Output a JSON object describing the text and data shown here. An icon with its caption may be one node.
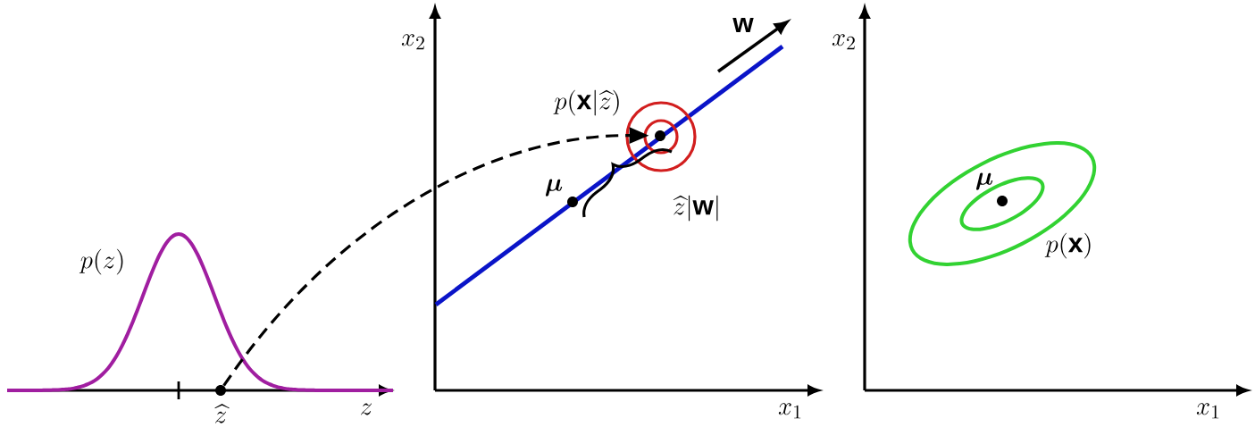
{
  "diagram": {
    "nodes": [
      {
        "text": [],
        "shape": "circle",
        "beside": [
          "\\widehat{z}"
        ]
      },
      {
        "text": [],
        "shape": "circle"
      }
    ],
    "edges": [
      {
        "from": 0,
        "to": 1,
        "arrow": "to",
        "style": "dashed"
      }
    ],
    "labels": [
      "p(z)",
      "z",
      "x_2",
      "p(\\mathbf{x}|\\widehat{z})",
      "\\mathbf{w}",
      "\\boldsymbol{\\mu}",
      "\\widehat{z}|\\mathbf{w}|",
      "x_1",
      "x_2",
      "\\boldsymbol{\\mu}",
      "p(\\mathbf{x})",
      "x_1"
    ]
  }
}
